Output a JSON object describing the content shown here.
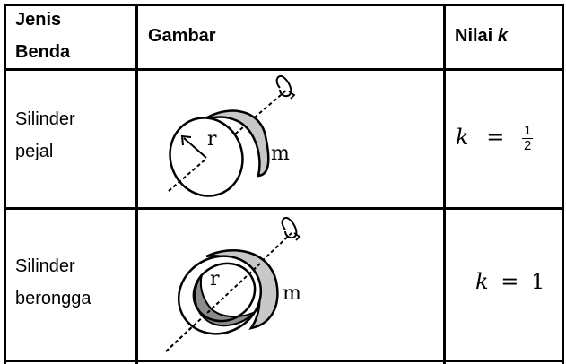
{
  "table": {
    "headers": {
      "jenis_line1": "Jenis",
      "jenis_line2": "Benda",
      "gambar": "Gambar",
      "nilai_prefix": "Nilai",
      "nilai_var": "k"
    },
    "rows": [
      {
        "name_line1": "Silinder",
        "name_line2": "pejal",
        "figure_label_radius": "r",
        "figure_label_mass": "m",
        "figure_type": "solid-cylinder",
        "k_var": "k",
        "k_eq": "=",
        "k_num": "1",
        "k_den": "2"
      },
      {
        "name_line1": "Silinder",
        "name_line2": "berongga",
        "figure_label_radius": "r",
        "figure_label_mass": "m",
        "figure_type": "hollow-cylinder",
        "k_var": "k",
        "k_eq": "=",
        "k_value": "1"
      }
    ]
  },
  "colors": {
    "border": "#000000",
    "shade": "#c8c8c8",
    "shade_dark": "#8c8c8c"
  }
}
